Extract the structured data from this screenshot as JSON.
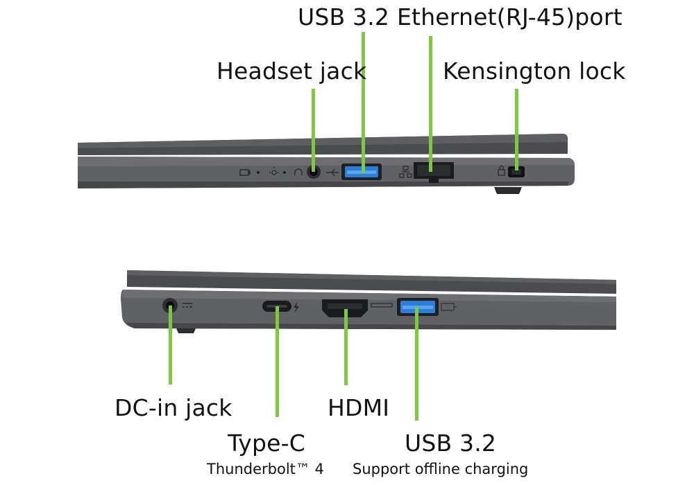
{
  "colors": {
    "callout_line": "#7fc942",
    "chassis_dark": "#3a3b3e",
    "chassis_mid": "#5a5c60",
    "usb_port_blue": "#2d7ed8"
  },
  "labels": {
    "usb32_top": "USB 3.2",
    "ethernet": "Ethernet(RJ-45)port",
    "headset": "Headset jack",
    "kensington": "Kensington lock",
    "dc_in": "DC-in jack",
    "hdmi": "HDMI",
    "type_c": "Type-C",
    "type_c_sub": "Thunderbolt™ 4",
    "usb32_bottom": "USB 3.2",
    "usb32_bottom_sub": "Support offline charging"
  },
  "icons": {
    "top_side": [
      "battery-status-icon",
      "power-led-icon",
      "headset-icon",
      "usb-icon",
      "network-icon",
      "lock-icon"
    ],
    "bottom_side": [
      "dc-power-icon",
      "thunderbolt-icon",
      "hdmi-icon",
      "usb-charge-icon"
    ]
  }
}
